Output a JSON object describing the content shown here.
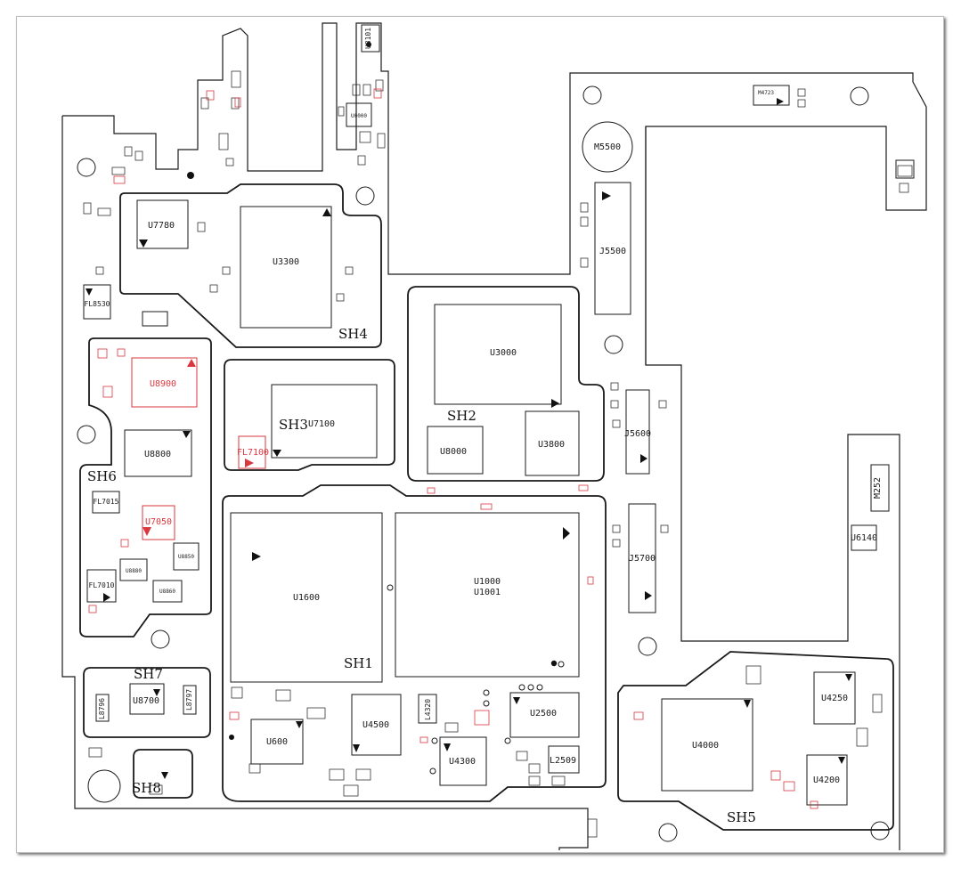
{
  "board": {
    "shield_labels": [
      "SH1",
      "SH2",
      "SH3",
      "SH4",
      "SH5",
      "SH6",
      "SH7",
      "SH8"
    ],
    "components": {
      "U3300": "U3300",
      "U7780": "U7780",
      "U3000": "U3000",
      "U8900": "U8900",
      "U8800": "U8800",
      "U7100": "U7100",
      "FL7100": "FL7100",
      "U8000": "U8000",
      "U3800": "U3800",
      "U1600": "U1600",
      "U1000": "U1000",
      "U1001": "U1001",
      "U4500": "U4500",
      "U600": "U600",
      "U4300": "U4300",
      "U2500": "U2500",
      "L2509": "L2509",
      "L4320": "L4320",
      "U4000": "U4000",
      "U4250": "U4250",
      "U4200": "U4200",
      "U8700": "U8700",
      "L8796": "L8796",
      "L8797": "L8797",
      "FL7015": "FL7015",
      "U7050": "U7050",
      "FL7010": "FL7010",
      "FL8530": "FL8530",
      "M5500": "M5500",
      "J5500": "J5500",
      "J5600": "J5600",
      "J5700": "J5700",
      "U6140": "U6140",
      "M252": "M252",
      "U8880": "U8880",
      "U8850": "U8850",
      "U8860": "U8860",
      "U0000": "U0000",
      "U8101": "U8101",
      "M4723": "M4723"
    }
  },
  "colors": {
    "outline": "#1a1a1a",
    "accent_red": "#d9383f",
    "background": "#ffffff"
  }
}
